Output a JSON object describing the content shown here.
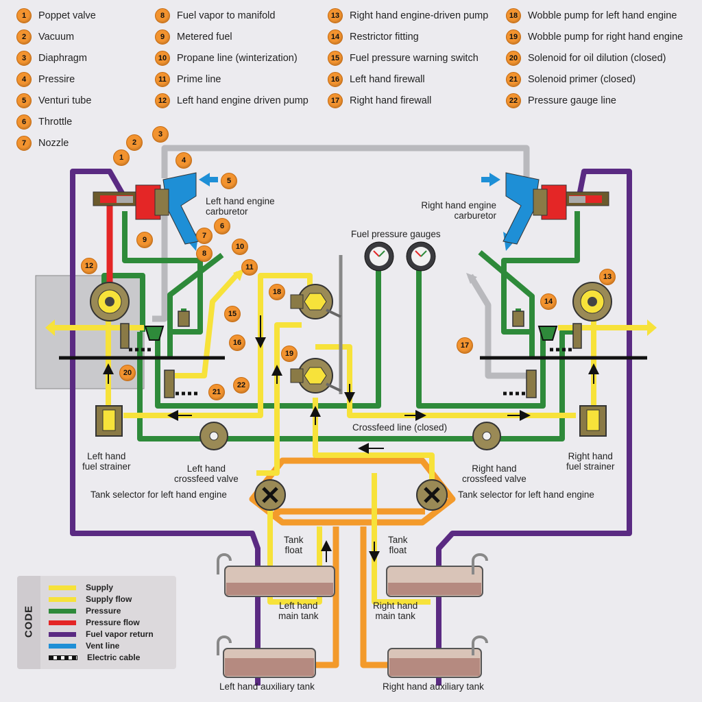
{
  "legend": [
    {
      "num": "1",
      "label": "Poppet valve"
    },
    {
      "num": "2",
      "label": "Vacuum"
    },
    {
      "num": "3",
      "label": "Diaphragm"
    },
    {
      "num": "4",
      "label": "Pressire"
    },
    {
      "num": "5",
      "label": "Venturi tube"
    },
    {
      "num": "6",
      "label": "Throttle"
    },
    {
      "num": "7",
      "label": "Nozzle"
    },
    {
      "num": "8",
      "label": "Fuel vapor to manifold"
    },
    {
      "num": "9",
      "label": "Metered fuel"
    },
    {
      "num": "10",
      "label": "Propane line (winterization)"
    },
    {
      "num": "11",
      "label": "Prime line"
    },
    {
      "num": "12",
      "label": "Left hand engine driven pump"
    },
    {
      "num": "13",
      "label": "Right hand engine-driven pump"
    },
    {
      "num": "14",
      "label": "Restrictor fitting"
    },
    {
      "num": "15",
      "label": "Fuel pressure warning switch"
    },
    {
      "num": "16",
      "label": "Left hand firewall"
    },
    {
      "num": "17",
      "label": "Right hand firewall"
    },
    {
      "num": "18",
      "label": "Wobble pump for left hand engine"
    },
    {
      "num": "19",
      "label": "Wobble pump for right hand engine"
    },
    {
      "num": "20",
      "label": "Solenoid for oil dilution (closed)"
    },
    {
      "num": "21",
      "label": "Solenoid primer (closed)"
    },
    {
      "num": "22",
      "label": "Pressure gauge line"
    }
  ],
  "labels": {
    "lh_carb": "Left hand engine\ncarburetor",
    "rh_carb": "Right hand engine\ncarburetor",
    "gauges": "Fuel pressure gauges",
    "crossfeed_line": "Crossfeed line (closed)",
    "lh_strainer": "Left hand\nfuel strainer",
    "rh_strainer": "Right hand\nfuel strainer",
    "lh_crossfeed": "Left hand\ncrossfeed valve",
    "rh_crossfeed": "Right hand\ncrossfeed valve",
    "lh_selector": "Tank selector for left hand engine",
    "rh_selector": "Tank selector for left hand engine",
    "lh_float": "Tank\nfloat",
    "rh_float": "Tank\nfloat",
    "lh_main": "Left hand\nmain tank",
    "rh_main": "Right hand\nmain tank",
    "lh_aux": "Left hand auxiliary tank",
    "rh_aux": "Right hand auxiliary tank"
  },
  "code": {
    "title": "CODE",
    "items": [
      {
        "label": "Supply",
        "color": "#f7e23a"
      },
      {
        "label": "Supply flow",
        "color": "#f7e23a"
      },
      {
        "label": "Pressure",
        "color": "#2e8a3a"
      },
      {
        "label": "Pressure flow",
        "color": "#e42626"
      },
      {
        "label": "Fuel vapor return",
        "color": "#5a2a82"
      },
      {
        "label": "Vent line",
        "color": "#1e8fd6"
      },
      {
        "label": "Electric cable",
        "color": "dashed"
      }
    ]
  },
  "colors": {
    "supply": "#f7e23a",
    "pressure": "#2e8a3a",
    "pressure_flow": "#e42626",
    "vapor": "#5a2a82",
    "vent": "#1e8fd6",
    "orange": "#f39a2b",
    "gray": "#b9b9bd",
    "badge": "#f2932f"
  },
  "icons": [
    "arrow-icon",
    "gauge-icon",
    "pump-icon",
    "valve-icon",
    "tank-icon"
  ]
}
